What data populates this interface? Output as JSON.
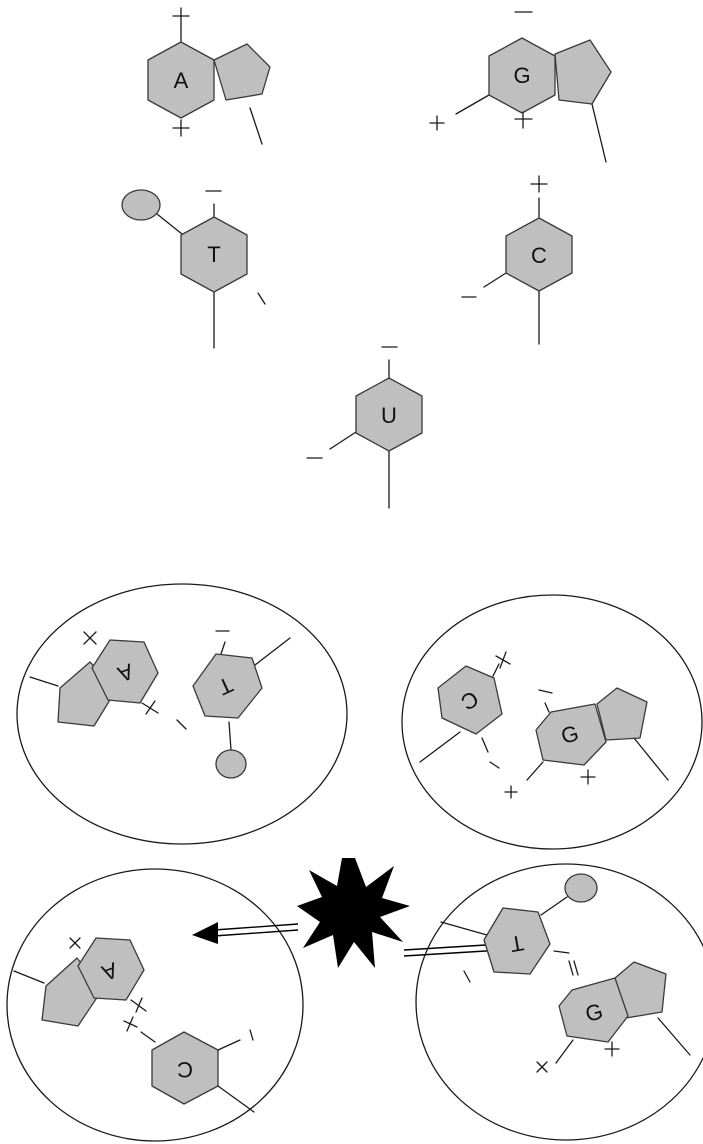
{
  "bases": {
    "adenine": "A",
    "guanine": "G",
    "thymine": "T",
    "cytosine": "C",
    "uracil": "U"
  },
  "colors": {
    "ring_fill": "#bfbfbf",
    "line": "#1a1a1a",
    "burst": "#000000"
  }
}
